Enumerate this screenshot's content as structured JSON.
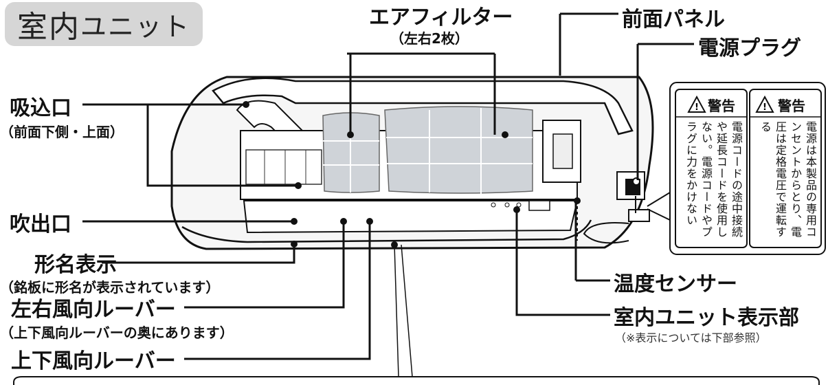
{
  "title": {
    "main": "室内",
    "sub": "ユニット"
  },
  "labels": {
    "filter": "エアフィルター",
    "filter_note": "（左右2枚）",
    "front_panel": "前面パネル",
    "power_plug": "電源プラグ",
    "intake": "吸込口",
    "intake_note": "（前面下側・上面）",
    "outlet": "吹出口",
    "model": "形名表示",
    "model_note": "（銘板に形名が表示されています）",
    "lr_louver": "左右風向ルーバー",
    "lr_louver_note": "（上下風向ルーバーの奥にあります）",
    "ud_louver": "上下風向ルーバー",
    "temp_sensor": "温度センサー",
    "display": "室内ユニット表示部",
    "display_note": "（※表示については下部参照）"
  },
  "warnings": [
    {
      "title": "警告",
      "text": "電源コードの途中接続や延長コードを使用しない。電源コードやプラグに力をかけない"
    },
    {
      "title": "警告",
      "text": "電源は本製品の専用コンセントからとり、電圧は定格電圧で運転する"
    }
  ],
  "colors": {
    "badge_bg": "#d6d6d6",
    "line": "#111111",
    "filter": "#cfd3d8"
  }
}
